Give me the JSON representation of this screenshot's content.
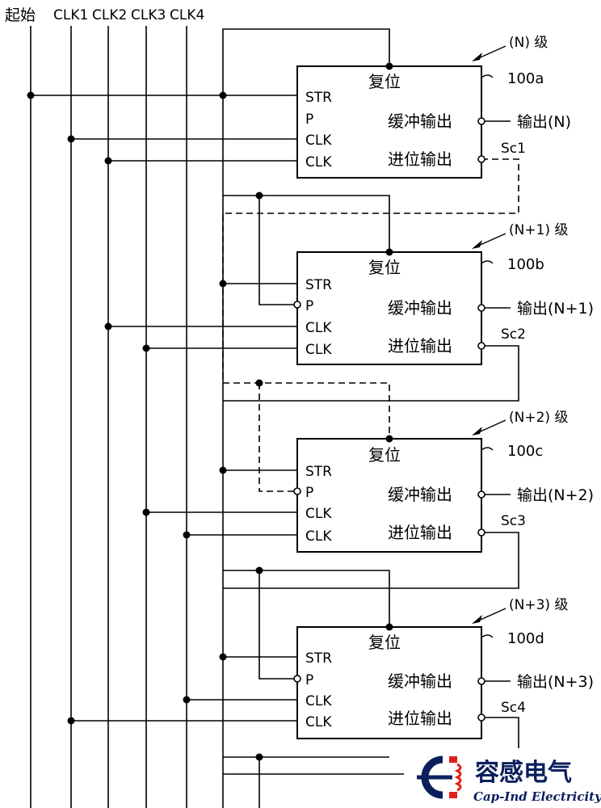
{
  "header": {
    "start": "起始",
    "clocks": [
      "CLK1",
      "CLK2",
      "CLK3",
      "CLK4"
    ]
  },
  "stages": [
    {
      "stage_label": "(N) 级",
      "ref": "100a",
      "reset": "复位",
      "pins": [
        "STR",
        "P",
        "CLK",
        "CLK"
      ],
      "buffer_out": "缓冲输出",
      "carry_out": "进位输出",
      "output": "输出(N)",
      "carry_signal": "Sc1"
    },
    {
      "stage_label": "(N+1) 级",
      "ref": "100b",
      "reset": "复位",
      "pins": [
        "STR",
        "P",
        "CLK",
        "CLK"
      ],
      "buffer_out": "缓冲输出",
      "carry_out": "进位输出",
      "output": "输出(N+1)",
      "carry_signal": "Sc2"
    },
    {
      "stage_label": "(N+2) 级",
      "ref": "100c",
      "reset": "复位",
      "pins": [
        "STR",
        "P",
        "CLK",
        "CLK"
      ],
      "buffer_out": "缓冲输出",
      "carry_out": "进位输出",
      "output": "输出(N+2)",
      "carry_signal": "Sc3"
    },
    {
      "stage_label": "(N+3) 级",
      "ref": "100d",
      "reset": "复位",
      "pins": [
        "STR",
        "P",
        "CLK",
        "CLK"
      ],
      "buffer_out": "缓冲输出",
      "carry_out": "进位输出",
      "output": "输出(N+3)",
      "carry_signal": "Sc4"
    }
  ],
  "watermark": {
    "name_cn": "容感电气",
    "name_en": "Cap-Ind Electricity"
  },
  "colors": {
    "line": "#000000",
    "logo_blue": "#0a1f5c",
    "logo_red": "#e0201c"
  }
}
